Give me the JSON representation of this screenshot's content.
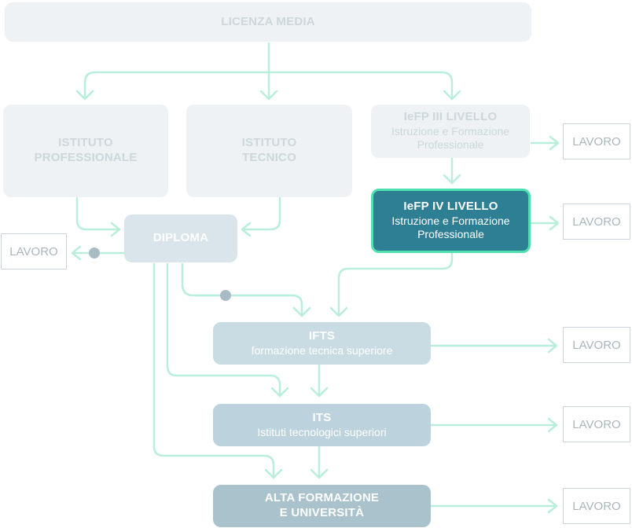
{
  "colors": {
    "arrow": "#b9eedb",
    "dot": "#a9bcc6",
    "faded_box": "#eef2f4",
    "faded_text": "#ccd7dc",
    "mid_box": "#bcd3dd",
    "mid_text": "#ffffff",
    "dark_box": "#a9c2cc",
    "highlight_box": "#2e7f94",
    "highlight_border": "#4fe0b0"
  },
  "nodes": {
    "licenza": {
      "title": "LICENZA MEDIA"
    },
    "ist_prof": {
      "title1": "ISTITUTO",
      "title2": "PROFESSIONALE"
    },
    "ist_tec": {
      "title1": "ISTITUTO",
      "title2": "TECNICO"
    },
    "iefp3": {
      "title": "IeFP III LIVELLO",
      "sub1": "Istruzione e Formazione",
      "sub2": "Professionale"
    },
    "iefp4": {
      "title": "IeFP IV LIVELLO",
      "sub1": "Istruzione e Formazione",
      "sub2": "Professionale"
    },
    "diploma": {
      "title": "DIPLOMA"
    },
    "ifts": {
      "title": "IFTS",
      "sub": "formazione tecnica superiore"
    },
    "its": {
      "title": "ITS",
      "sub": "Istituti tecnologici superiori"
    },
    "alta": {
      "title1": "ALTA FORMAZIONE",
      "title2": "E UNIVERSITÀ"
    }
  },
  "lavoro_label": "LAVORO"
}
